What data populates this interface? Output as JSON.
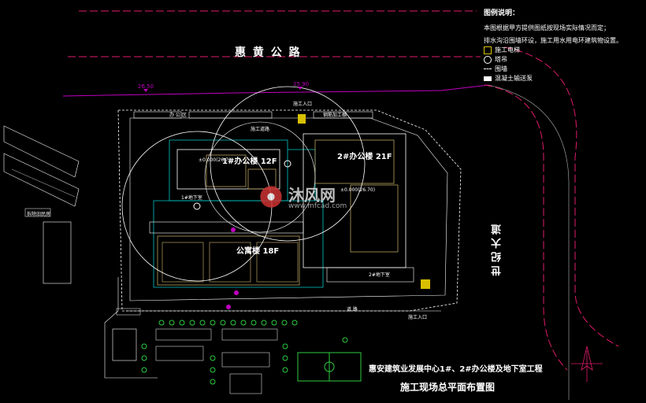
{
  "colors": {
    "road_red": "#e01b6b",
    "magenta": "#c000c0",
    "cyan": "#00c8c8",
    "building_yellow": "#b8a060",
    "white": "#ffffff",
    "green": "#2ecc40",
    "background": "#000000"
  },
  "roads": {
    "north": "惠 黄 公 路",
    "east": "世 纪 大 道"
  },
  "legend": {
    "title": "图例说明：",
    "note1": "本图根据甲方提供图纸按现场实际情况而定；",
    "note2": "排水沟沿围墙环设，施工用水用电环建筑物设置。",
    "items": [
      {
        "icon": "elevator-icon",
        "label": "施工电梯"
      },
      {
        "icon": "tower-crane-icon",
        "label": "塔吊"
      },
      {
        "icon": "fence-icon",
        "label": "围墙"
      },
      {
        "icon": "concrete-pump-icon",
        "label": "混凝土输送泵"
      }
    ]
  },
  "buildings": {
    "b1": "1#办公楼  12F",
    "b2": "2#办公楼  21F",
    "b3": "公寓楼  18F",
    "basement2": "2#地下室",
    "basement1": "1#地下室",
    "elev": "±0.000(26.70)",
    "elev2": "±0.000(26.70)"
  },
  "elevations": {
    "e1": "26.50",
    "e2": "25.90"
  },
  "site_labels": {
    "gate_north": "施工入口",
    "office": "办 公 区",
    "warehouse": "钢筋加工棚",
    "road_inner": "施工道路",
    "left_building": "拆除旧民房",
    "road_south": "道    路",
    "gate_south": "施工入口"
  },
  "watermark": {
    "brand": "沐风网",
    "url": "www.mfcad.com"
  },
  "title": {
    "line1": "惠安建筑业发展中心1#、2#办公楼及地下室工程",
    "line2": "施工现场总平面布置图"
  }
}
